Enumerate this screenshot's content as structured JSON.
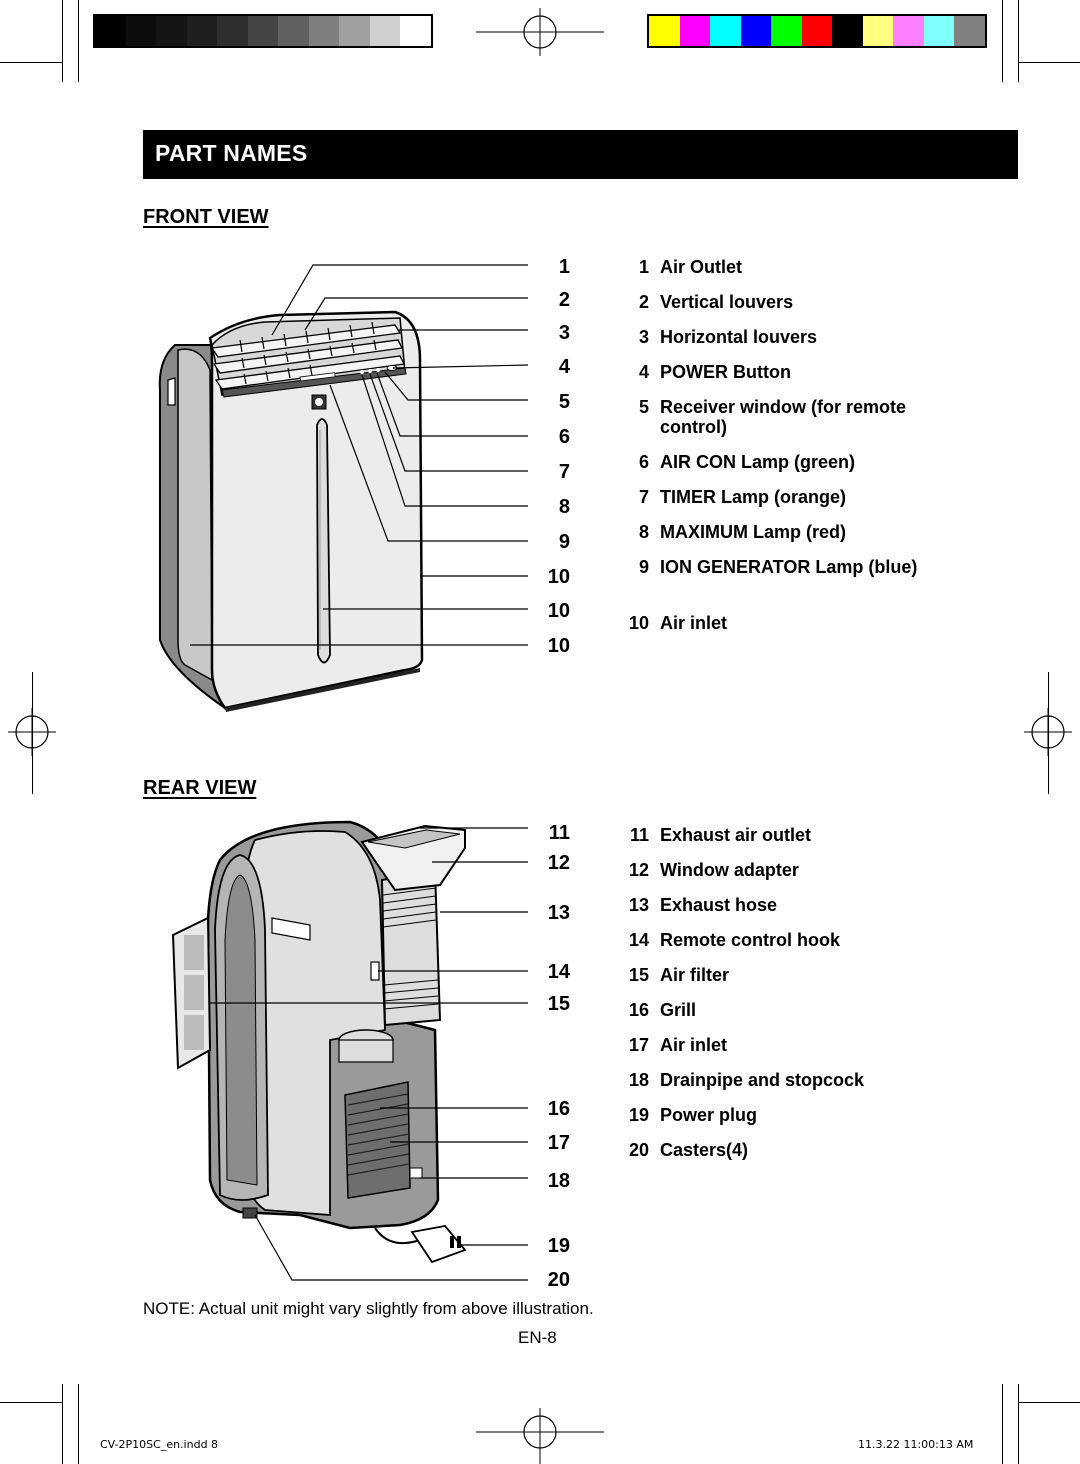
{
  "header": {
    "title": "PART NAMES"
  },
  "front_view": {
    "heading": "FRONT VIEW",
    "callouts": [
      "1",
      "2",
      "3",
      "4",
      "5",
      "6",
      "7",
      "8",
      "9",
      "10",
      "10",
      "10"
    ],
    "items": [
      {
        "num": "1",
        "label": "Air Outlet"
      },
      {
        "num": "2",
        "label": "Vertical louvers"
      },
      {
        "num": "3",
        "label": "Horizontal louvers"
      },
      {
        "num": "4",
        "label": "POWER Button"
      },
      {
        "num": "5",
        "label": "Receiver window (for remote control)"
      },
      {
        "num": "6",
        "label": "AIR CON Lamp (green)"
      },
      {
        "num": "7",
        "label": "TIMER Lamp (orange)"
      },
      {
        "num": "8",
        "label": "MAXIMUM Lamp (red)"
      },
      {
        "num": "9",
        "label": "ION GENERATOR Lamp (blue)"
      },
      {
        "num": "10",
        "label": "Air inlet"
      }
    ]
  },
  "rear_view": {
    "heading": "REAR VIEW",
    "callouts": [
      "11",
      "12",
      "13",
      "14",
      "15",
      "16",
      "17",
      "18",
      "19",
      "20"
    ],
    "items": [
      {
        "num": "11",
        "label": "Exhaust air outlet"
      },
      {
        "num": "12",
        "label": "Window adapter"
      },
      {
        "num": "13",
        "label": "Exhaust hose"
      },
      {
        "num": "14",
        "label": "Remote control hook"
      },
      {
        "num": "15",
        "label": "Air filter"
      },
      {
        "num": "16",
        "label": "Grill"
      },
      {
        "num": "17",
        "label": "Air inlet"
      },
      {
        "num": "18",
        "label": "Drainpipe and stopcock"
      },
      {
        "num": "19",
        "label": "Power plug"
      },
      {
        "num": "20",
        "label": "Casters(4)"
      }
    ]
  },
  "note": "NOTE:  Actual unit might vary slightly from above illustration.",
  "page_number": "EN-8",
  "footer": {
    "file": "CV-2P10SC_en.indd   8",
    "timestamp": "11.3.22   11:00:13 AM"
  },
  "colors": {
    "gray_swatches": [
      "#000000",
      "#0d0d0d",
      "#151515",
      "#1f1f1f",
      "#2e2e2e",
      "#444444",
      "#606060",
      "#7f7f7f",
      "#a0a0a0",
      "#cfcfcf",
      "#ffffff"
    ],
    "color_swatches": [
      "#ffff00",
      "#ff00ff",
      "#00ffff",
      "#0000ff",
      "#00ff00",
      "#ff0000",
      "#000000",
      "#ffff80",
      "#ff80ff",
      "#80ffff",
      "#808080"
    ]
  }
}
